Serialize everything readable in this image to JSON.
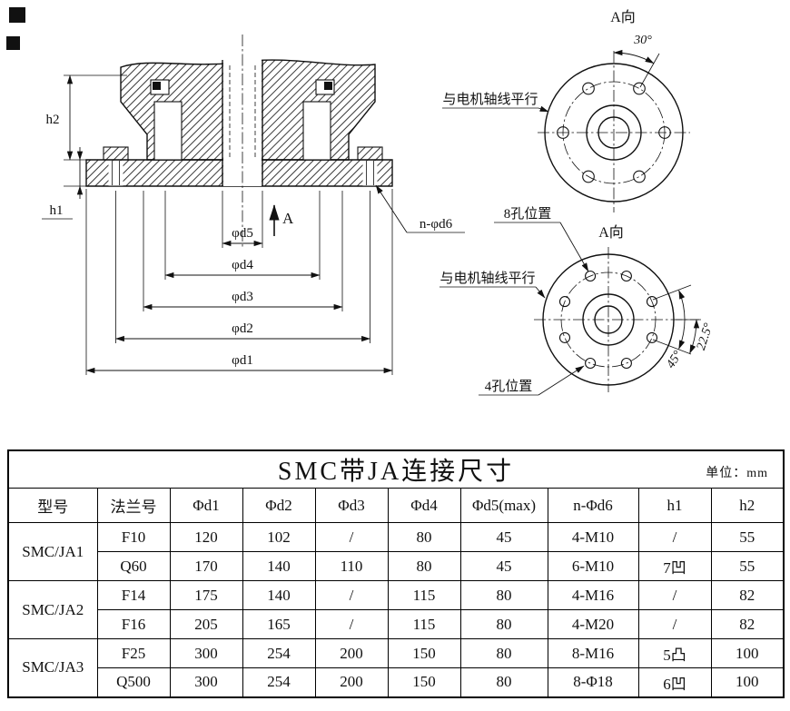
{
  "drawing": {
    "section_labels": {
      "h2": "h2",
      "h1": "h1",
      "phi_d5": "φd5",
      "phi_d4": "φd4",
      "phi_d3": "φd3",
      "phi_d2": "φd2",
      "phi_d1": "φd1",
      "view_arrow": "A",
      "bolt_note": "n-φd6"
    },
    "top_view": {
      "title": "A向",
      "angle_30": "30°",
      "axis_note": "与电机轴线平行"
    },
    "bottom_view": {
      "title": "A向",
      "note_8_holes": "8孔位置",
      "axis_note": "与电机轴线平行",
      "note_4_holes": "4孔位置",
      "angle_45": "45°",
      "angle_22_5": "22.5°"
    }
  },
  "table": {
    "title": "SMC带JA连接尺寸",
    "unit_note": "单位：mm",
    "headers": [
      "型号",
      "法兰号",
      "Φd1",
      "Φd2",
      "Φd3",
      "Φd4",
      "Φd5(max)",
      "n-Φd6",
      "h1",
      "h2"
    ],
    "models": [
      "SMC/JA1",
      "SMC/JA2",
      "SMC/JA3"
    ],
    "rows": [
      [
        "F10",
        "120",
        "102",
        "/",
        "80",
        "45",
        "4-M10",
        "/",
        "55"
      ],
      [
        "Q60",
        "170",
        "140",
        "110",
        "80",
        "45",
        "6-M10",
        "7凹",
        "55"
      ],
      [
        "F14",
        "175",
        "140",
        "/",
        "115",
        "80",
        "4-M16",
        "/",
        "82"
      ],
      [
        "F16",
        "205",
        "165",
        "/",
        "115",
        "80",
        "4-M20",
        "/",
        "82"
      ],
      [
        "F25",
        "300",
        "254",
        "200",
        "150",
        "80",
        "8-M16",
        "5凸",
        "100"
      ],
      [
        "Q500",
        "300",
        "254",
        "200",
        "150",
        "80",
        "8-Φ18",
        "6凹",
        "100"
      ]
    ]
  }
}
